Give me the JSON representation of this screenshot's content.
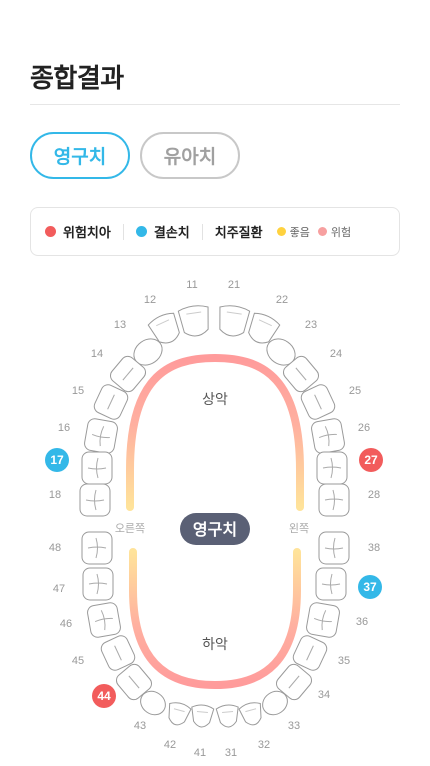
{
  "page": {
    "title": "종합결과"
  },
  "tabs": [
    {
      "label": "영구치",
      "active": true
    },
    {
      "label": "유아치",
      "active": false
    }
  ],
  "legend": {
    "risk_tooth": {
      "label": "위험치아",
      "color": "#f25c5c"
    },
    "missing_tooth": {
      "label": "결손치",
      "color": "#33b8e8"
    },
    "periodontal": {
      "label": "치주질환"
    },
    "good": {
      "label": "좋음",
      "color": "#ffd23f"
    },
    "danger": {
      "label": "위험",
      "color": "#f7a0a0"
    }
  },
  "chart": {
    "upper_label": "상악",
    "lower_label": "하악",
    "center_label": "영구치",
    "right_side_label": "오른쪽",
    "left_side_label": "왼쪽",
    "upper_teeth": [
      "11",
      "12",
      "13",
      "14",
      "15",
      "16",
      "17",
      "18",
      "21",
      "22",
      "23",
      "24",
      "25",
      "26",
      "27",
      "28"
    ],
    "lower_teeth": [
      "31",
      "32",
      "33",
      "34",
      "35",
      "36",
      "37",
      "38",
      "41",
      "42",
      "43",
      "44",
      "45",
      "46",
      "47",
      "48"
    ],
    "risk_teeth": [
      "27",
      "44"
    ],
    "missing_teeth": [
      "17",
      "37"
    ]
  }
}
